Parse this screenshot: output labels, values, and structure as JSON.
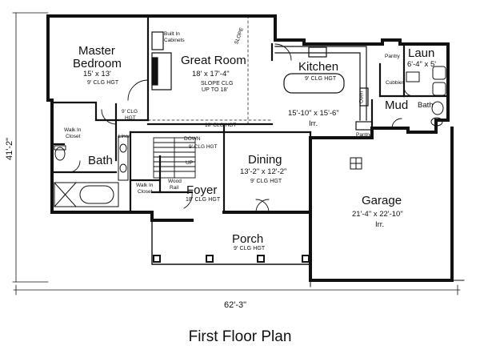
{
  "plan": {
    "title": "First Floor Plan",
    "overall_width": "62'-3\"",
    "overall_depth": "41'-2\"",
    "rooms": {
      "master_bedroom": {
        "name_line1": "Master",
        "name_line2": "Bedroom",
        "size": "15' x 13'",
        "ceiling": "9' CLG HGT"
      },
      "great_room": {
        "name": "Great Room",
        "size": "18' x 17'-4\"",
        "ceiling_line1": "SLOPE CLG",
        "ceiling_line2": "UP TO 18'"
      },
      "kitchen": {
        "name": "Kitchen",
        "ceiling": "9' CLG HGT",
        "size": "15'-10\" x 15'-6\"",
        "note": "Irr."
      },
      "laundry": {
        "name": "Laun",
        "size": "6'-4\" x 5'"
      },
      "mud": {
        "name": "Mud"
      },
      "bath_small": {
        "name": "Bath"
      },
      "bath_master": {
        "name": "Bath"
      },
      "dining": {
        "name": "Dining",
        "size": "13'-2\" x 12'-2\"",
        "ceiling": "9' CLG HGT"
      },
      "foyer": {
        "name": "Foyer",
        "ceiling": "18' CLG HGT"
      },
      "garage": {
        "name": "Garage",
        "size": "21'-4\" x 22'-10\"",
        "note": "Irr."
      },
      "porch": {
        "name": "Porch",
        "ceiling": "9' CLG HGT"
      }
    },
    "notes": {
      "built_in_1": "Built In",
      "built_in_2": "Cabinets",
      "slope": "SLOPE",
      "walk_in_closet_1a": "Walk In",
      "walk_in_closet_1b": "Closet",
      "walk_in_closet_2a": "Walk In",
      "walk_in_closet_2b": "Closet",
      "clg_hgt_9_a": "9' CLG",
      "clg_hgt_9_b": "HGT",
      "clg_hgt_18": "18' CLG HGT",
      "linen": "Linen",
      "down": "DOWN",
      "stair_clg": "9' CLG HGT",
      "up": "UP",
      "wood_rail_1": "Wood",
      "wood_rail_2": "Rail",
      "pantry_top": "Pantry",
      "pantry_bottom": "Pantry",
      "cubbies": "Cubbies",
      "oven": "Oven"
    }
  }
}
